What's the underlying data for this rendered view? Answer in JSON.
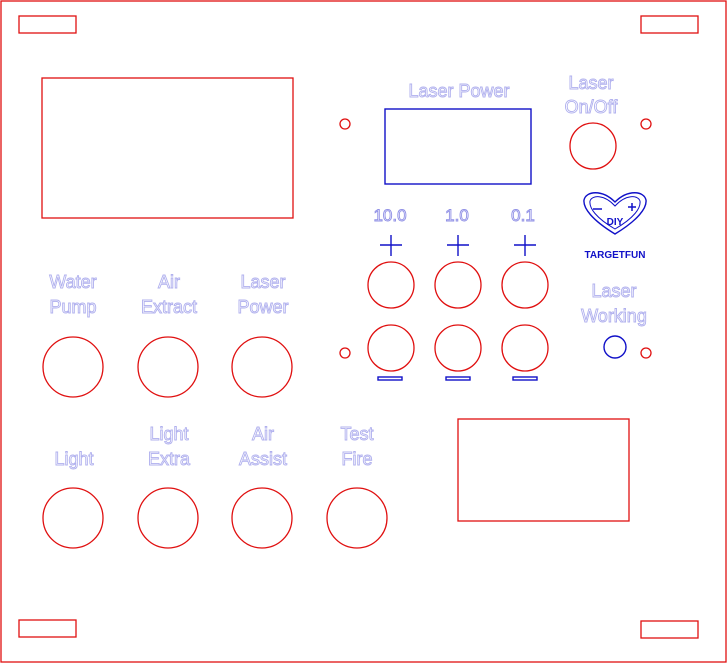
{
  "labels": {
    "laser_power_top": "Laser Power",
    "laser_onoff_l1": "Laser",
    "laser_onoff_l2": "On/Off",
    "water_pump_l1": "Water",
    "water_pump_l2": "Pump",
    "air_extract_l1": "Air",
    "air_extract_l2": "Extract",
    "laser_power_l1": "Laser",
    "laser_power_l2": "Power",
    "laser_working_l1": "Laser",
    "laser_working_l2": "Working",
    "light": "Light",
    "light_extra_l1": "Light",
    "light_extra_l2": "Extra",
    "air_assist_l1": "Air",
    "air_assist_l2": "Assist",
    "test_fire_l1": "Test",
    "test_fire_l2": "Fire"
  },
  "steps": [
    "10.0",
    "1.0",
    "0.1"
  ],
  "logo": {
    "badge": "DIY",
    "brand": "TARGETFUN"
  },
  "colors": {
    "cut_line": "#e01010",
    "blue_line": "#1010c8",
    "engrave_text": "#b0b0ee"
  }
}
